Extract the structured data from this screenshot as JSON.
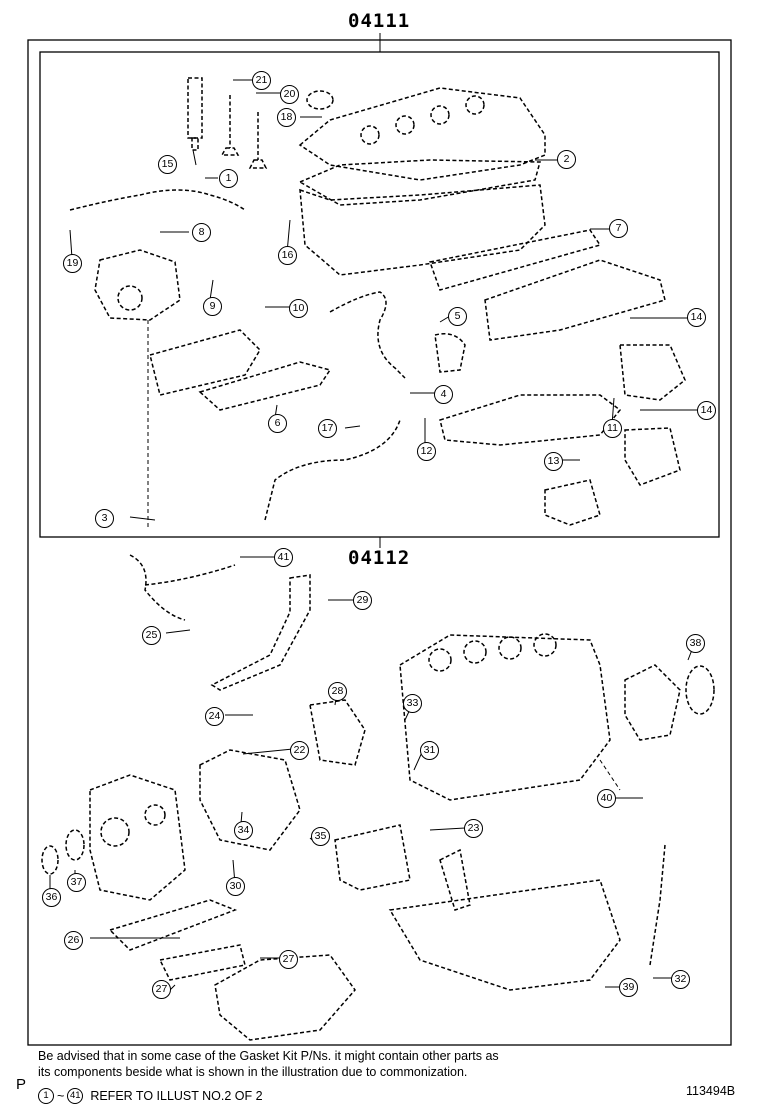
{
  "group_upper": "04111",
  "group_lower": "04112",
  "note_line1": "Be advised that in some case of the Gasket Kit P/Ns.  it might contain other parts as",
  "note_line2": "its components beside what is shown in the illustration due to commonization.",
  "page_marker": "P",
  "refer_from": "1",
  "refer_sep": "~",
  "refer_to": "41",
  "refer_text": "REFER TO ILLUST NO.2 OF 2",
  "illustration_id": "113494B",
  "callouts": {
    "c1": "1",
    "c2": "2",
    "c3": "3",
    "c4": "4",
    "c5": "5",
    "c6": "6",
    "c7": "7",
    "c8": "8",
    "c9": "9",
    "c10": "10",
    "c11": "11",
    "c12": "12",
    "c13": "13",
    "c14a": "14",
    "c14b": "14",
    "c15": "15",
    "c16": "16",
    "c17": "17",
    "c18": "18",
    "c19": "19",
    "c20": "20",
    "c21": "21",
    "c22": "22",
    "c23": "23",
    "c24": "24",
    "c25": "25",
    "c26": "26",
    "c27a": "27",
    "c27b": "27",
    "c28": "28",
    "c29": "29",
    "c30": "30",
    "c31": "31",
    "c32": "32",
    "c33": "33",
    "c34": "34",
    "c35": "35",
    "c36": "36",
    "c37": "37",
    "c38": "38",
    "c39": "39",
    "c40": "40",
    "c41": "41"
  }
}
